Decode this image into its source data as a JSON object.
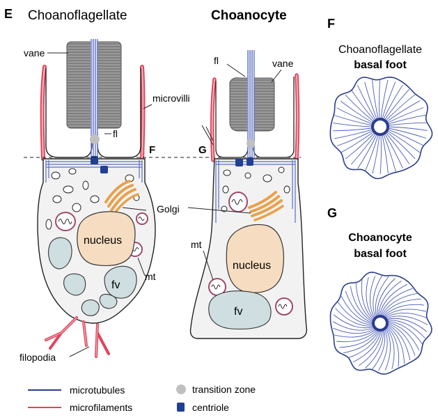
{
  "panels": {
    "E": {
      "letter": "E",
      "choanoflagellate_title": "Choanoflagellate",
      "choanocyte_title": "Choanocyte"
    },
    "F": {
      "letter": "F",
      "title_line1": "Choanoflagellate",
      "title_line2": "basal foot"
    },
    "G": {
      "letter": "G",
      "title_line1": "Choanocyte",
      "title_line2": "basal foot"
    }
  },
  "labels": {
    "vane_left": "vane",
    "vane_right": "vane",
    "microvilli": "microvilli",
    "fl_left": "fl",
    "fl_right": "fl",
    "section_F": "F",
    "section_G": "G",
    "golgi": "Golgi",
    "mt_left": "mt",
    "mt_right": "mt",
    "nucleus_left": "nucleus",
    "nucleus_right": "nucleus",
    "fv_left": "fv",
    "fv_right": "fv",
    "filopodia": "filopodia"
  },
  "legend": [
    {
      "label": "microtubules",
      "symbol": "line",
      "color": "#2b3d8f"
    },
    {
      "label": "microfilaments",
      "symbol": "line",
      "color": "#e0445a"
    },
    {
      "label": "transition zone",
      "symbol": "dot",
      "color": "#c0c0c0"
    },
    {
      "label": "centriole",
      "symbol": "square",
      "color": "#213f94"
    }
  ],
  "colors": {
    "microtubule": "#5b6fc4",
    "microtubule_dark": "#2b3d8f",
    "microfilament": "#e0445a",
    "centriole": "#213f94",
    "nucleus": "#f6dcc0",
    "vacuole": "#cfdee0",
    "golgi": "#e8a14b",
    "cytoplasm": "#f2f2f2",
    "vane": "#8c8c8c"
  }
}
